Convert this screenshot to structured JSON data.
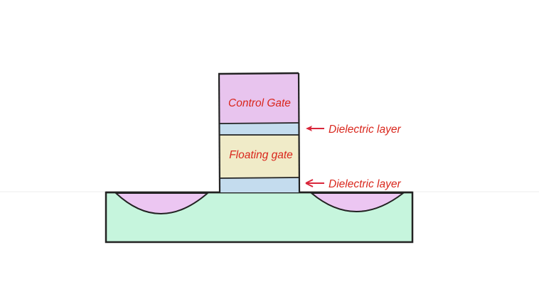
{
  "title": "Floating-gate transistor cross-section",
  "layers": {
    "control_gate": {
      "label": "Control Gate",
      "color": "#e8c4ee"
    },
    "upper_dielectric": {
      "label": "Dielectric layer",
      "color": "#c4dcee"
    },
    "floating_gate": {
      "label": "Floating gate",
      "color": "#f0ebc8"
    },
    "lower_dielectric": {
      "label": "Dielectric layer",
      "color": "#c4dcee"
    }
  },
  "substrate": {
    "color": "#c6f5dd"
  },
  "wells": {
    "color": "#ecc6f2"
  },
  "colors": {
    "outline": "#222222",
    "label": "#d9261c",
    "arrow": "#d9263a"
  }
}
